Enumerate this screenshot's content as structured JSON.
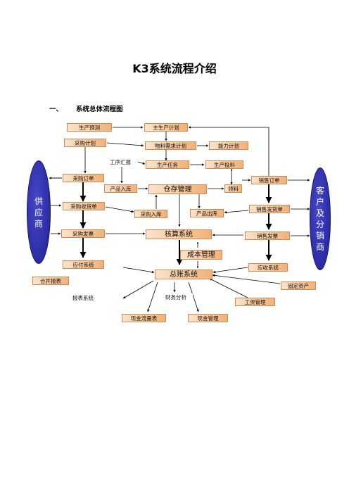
{
  "page_title": "K3系统流程介绍",
  "section": {
    "number": "一、",
    "title": "系统总体流程图"
  },
  "nodes": {
    "production_forecast": "生产预测",
    "master_schedule": "主生产计划",
    "purchase_plan": "采购计划",
    "mrp": "物料需求计划",
    "capacity_plan": "能力计划",
    "work_report": "工序汇报",
    "production_task": "生产任务",
    "production_pick": "生产投料",
    "purchase_order": "采购订单",
    "sales_order": "销售订单",
    "product_in": "产品入库",
    "warehouse": "仓存管理",
    "material_pick": "领料",
    "purchase_receipt": "采购收货单",
    "purchase_in": "采购入库",
    "product_out": "产品出库",
    "sales_delivery": "销售发货单",
    "purchase_invoice": "采购发票",
    "accounting": "核算系统",
    "sales_invoice": "销售发票",
    "cost_mgmt": "成本管理",
    "payable": "应付系统",
    "receivable": "应收系统",
    "general_ledger": "总账系统",
    "consolidation": "合并报表",
    "fixed_assets": "固定资产",
    "report_system": "报表系统",
    "financial_analysis": "财务分析",
    "payroll": "工资管理",
    "cashflow": "现金流量表",
    "cash_mgmt": "现金管理"
  },
  "actors": {
    "supplier": "供应商",
    "customer": "客户及分销商"
  },
  "colors": {
    "node_fill": "#f6c79b",
    "node_border": "#c98b57",
    "ellipse_fill": "#2b2ba4",
    "line": "#000000"
  }
}
